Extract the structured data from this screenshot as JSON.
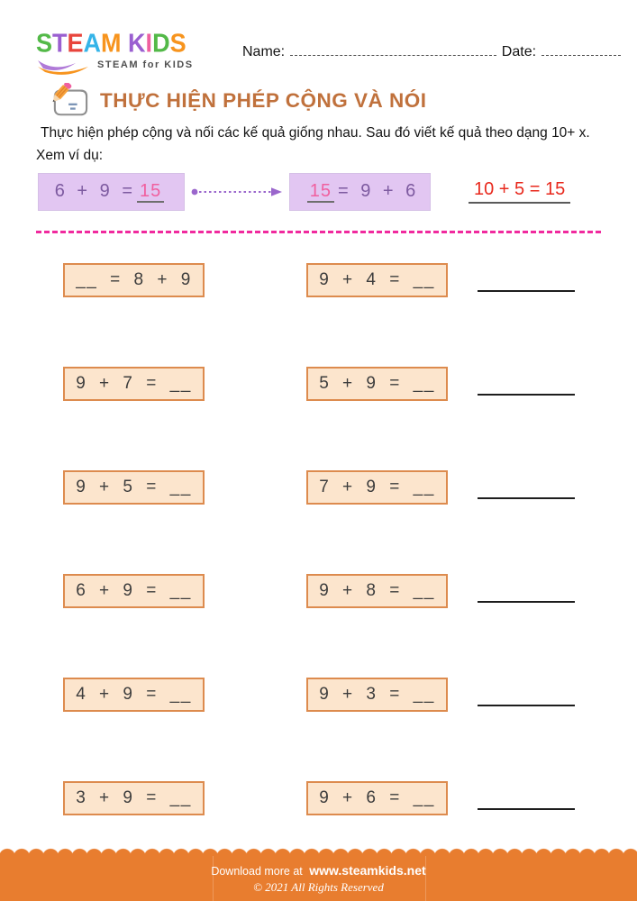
{
  "header": {
    "logo": {
      "word1": [
        {
          "ch": "S",
          "color": "#53b948"
        },
        {
          "ch": "T",
          "color": "#9a5fd0"
        },
        {
          "ch": "E",
          "color": "#e8453c"
        },
        {
          "ch": "A",
          "color": "#35b4e8"
        },
        {
          "ch": "M",
          "color": "#f7941e"
        }
      ],
      "word2": [
        {
          "ch": "K",
          "color": "#9a5fd0"
        },
        {
          "ch": "I",
          "color": "#f0609f"
        },
        {
          "ch": "D",
          "color": "#53b948"
        },
        {
          "ch": "S",
          "color": "#f7941e"
        }
      ],
      "tagline": "STEAM for KIDS"
    },
    "name_label": "Name:",
    "date_label": "Date:"
  },
  "title": {
    "text": "THỰC HIỆN PHÉP CỘNG VÀ NÓI",
    "icon": "pencil-scroll-icon"
  },
  "instructions": {
    "line1": "Thực hiện phép cộng và nối các kế quả giống nhau. Sau đó viết kế quả theo dạng 10+ x.",
    "line2": "Xem ví dụ:"
  },
  "example": {
    "left_box": {
      "expr": "6 + 9 =",
      "blank": "15"
    },
    "right_box": {
      "blank": "15",
      "expr": "= 9 + 6"
    },
    "result": "10 + 5 = 15"
  },
  "problems": {
    "rows": [
      {
        "left": "__ = 8 + 9",
        "right": "9 + 4 = __"
      },
      {
        "left": "9 + 7 = __",
        "right": "5 + 9 = __"
      },
      {
        "left": "9 + 5 = __",
        "right": "7 + 9 = __"
      },
      {
        "left": "6 + 9 = __",
        "right": "9 + 8 = __"
      },
      {
        "left": "4 + 9 = __",
        "right": "9 + 3 = __"
      },
      {
        "left": "3 + 9 = __",
        "right": "9 + 6 = __"
      }
    ]
  },
  "footer": {
    "download_prefix": "Download more at",
    "website": "www.steamkids.net",
    "copyright": "© 2021 All Rights Reserved"
  },
  "colors": {
    "title_orange": "#c0713c",
    "box_fill": "#fce5cd",
    "box_border": "#dd8b4e",
    "example_box_fill": "#e2c6f2",
    "example_text_purple": "#7d5aa0",
    "example_blank_pink": "#f0609f",
    "arrow_purple": "#9a66cc",
    "result_red": "#e8291d",
    "separator_pink": "#f02a9e",
    "footer_orange": "#e87d2f"
  }
}
